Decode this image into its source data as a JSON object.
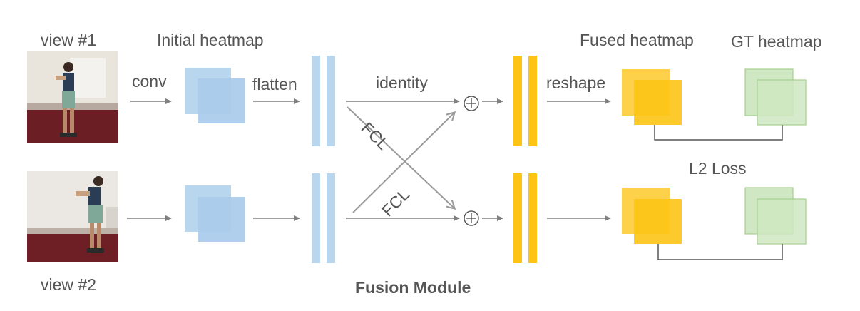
{
  "labels": {
    "view1": "view #1",
    "view2": "view #2",
    "initial_heatmap": "Initial heatmap",
    "conv": "conv",
    "flatten": "flatten",
    "identity": "identity",
    "fcl_top": "FCL",
    "fcl_bottom": "FCL",
    "reshape": "reshape",
    "fused_heatmap": "Fused heatmap",
    "gt_heatmap": "GT heatmap",
    "l2_loss": "L2 Loss",
    "fusion_module": "Fusion Module",
    "plus_symbol": "⊕"
  },
  "colors": {
    "blue_fill": "#a9cbea",
    "blue_light": "#b9d6ef",
    "yellow_fill": "#fdc416",
    "yellow_light": "#fed14a",
    "green_fill": "#cfe7c2",
    "green_stroke": "#a7d08f",
    "arrow": "#7f7f7f",
    "text": "#555555",
    "floor": "#6b1f24"
  }
}
